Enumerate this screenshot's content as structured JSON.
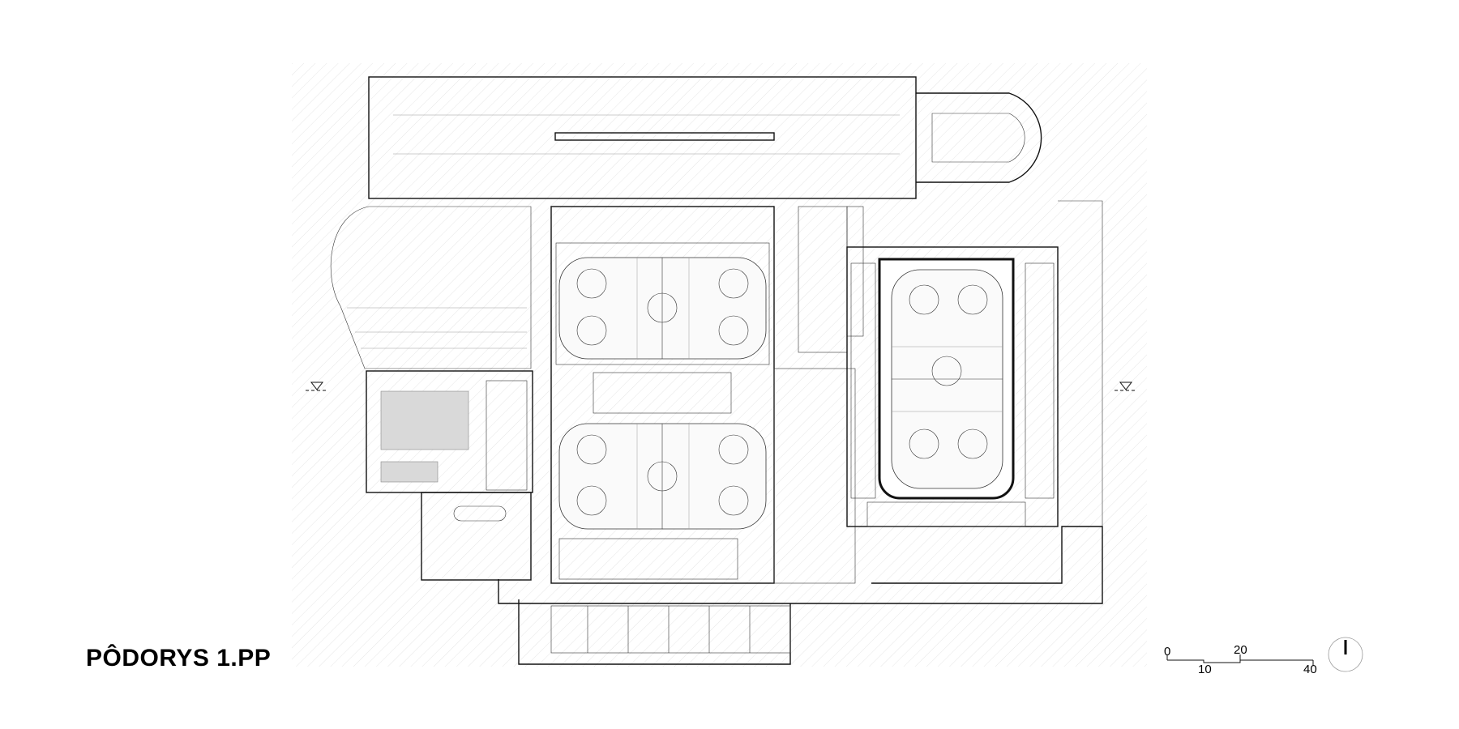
{
  "title": "PÔDORYS 1.PP",
  "scale_bar": {
    "labels_top": [
      "0",
      "20"
    ],
    "labels_bottom": [
      "10",
      "40"
    ]
  },
  "north_arrow": "north-arrow-icon",
  "section_markers": [
    "section-marker-icon",
    "section-marker-icon"
  ],
  "colors": {
    "line": "#111111",
    "hatch": "#e6e6e6",
    "grey_fill": "#d9d9d9"
  }
}
